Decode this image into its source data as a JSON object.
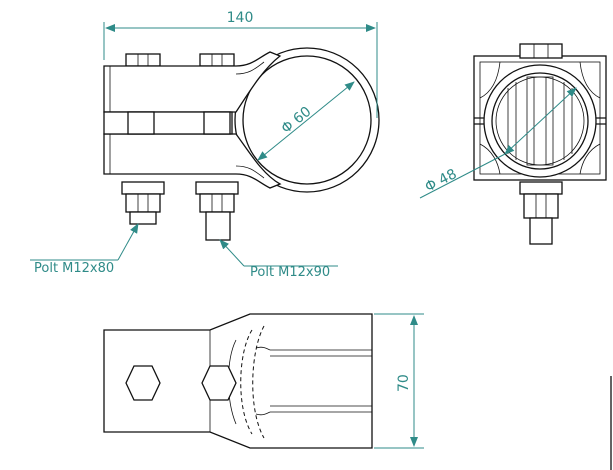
{
  "dimensions": {
    "length": "140",
    "pipe_large": "Φ 60",
    "pipe_small": "Φ 48",
    "width": "70"
  },
  "callouts": {
    "bolt_a": "Polt M12x80",
    "bolt_b": "Polt M12x90"
  },
  "colors": {
    "line": "#111111",
    "dimension": "#2f8b88"
  }
}
